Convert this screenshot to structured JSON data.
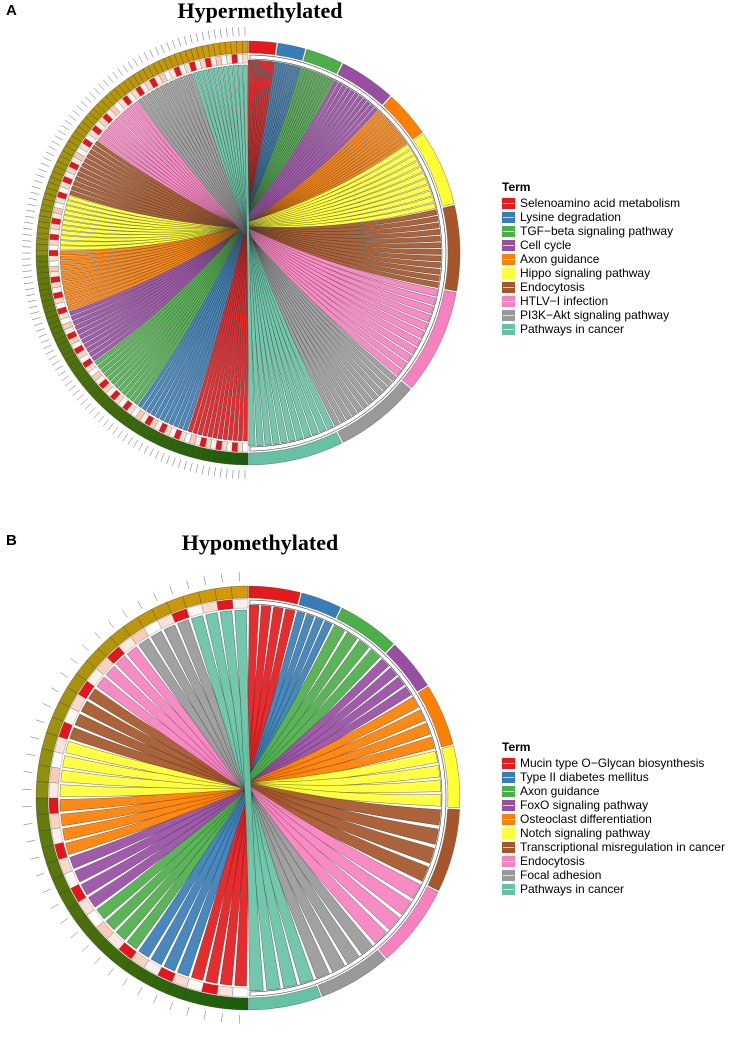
{
  "chart_data": [
    {
      "type": "chord",
      "panel": "A",
      "title": "Hypermethylated",
      "legend_title": "Term",
      "terms": [
        {
          "name": "Selenoamino acid metabolism",
          "color": "#E41A1C"
        },
        {
          "name": "Lysine degradation",
          "color": "#377EB8"
        },
        {
          "name": "TGF−beta signaling pathway",
          "color": "#4DAF4A"
        },
        {
          "name": "Cell cycle",
          "color": "#984EA3"
        },
        {
          "name": "Axon guidance",
          "color": "#FF7F00"
        },
        {
          "name": "Hippo signaling pathway",
          "color": "#FFFF33"
        },
        {
          "name": "Endocytosis",
          "color": "#A65628"
        },
        {
          "name": "HTLV−I infection",
          "color": "#F781BF"
        },
        {
          "name": "PI3K−Akt signaling pathway",
          "color": "#999999"
        },
        {
          "name": "Pathways in cancer",
          "color": "#66C2A5"
        }
      ],
      "term_weights": [
        3,
        3,
        4,
        6,
        5,
        8,
        9,
        11,
        9,
        10
      ],
      "gene_count": 115
    },
    {
      "type": "chord",
      "panel": "B",
      "title": "Hypomethylated",
      "legend_title": "Term",
      "terms": [
        {
          "name": "Mucin type O−Glycan biosynthesis",
          "color": "#E41A1C"
        },
        {
          "name": "Type II diabetes mellitus",
          "color": "#377EB8"
        },
        {
          "name": "Axon guidance",
          "color": "#4DAF4A"
        },
        {
          "name": "FoxO signaling pathway",
          "color": "#984EA3"
        },
        {
          "name": "Osteoclast differentiation",
          "color": "#FF7F00"
        },
        {
          "name": "Notch signaling pathway",
          "color": "#FFFF33"
        },
        {
          "name": "Transcriptional misregulation in cancer",
          "color": "#A65628"
        },
        {
          "name": "Endocytosis",
          "color": "#F781BF"
        },
        {
          "name": "Focal adhesion",
          "color": "#999999"
        },
        {
          "name": "Pathways in cancer",
          "color": "#66C2A5"
        }
      ],
      "term_weights": [
        5,
        4,
        6,
        5,
        6,
        6,
        8,
        8,
        7,
        7
      ],
      "gene_count": 40
    }
  ]
}
